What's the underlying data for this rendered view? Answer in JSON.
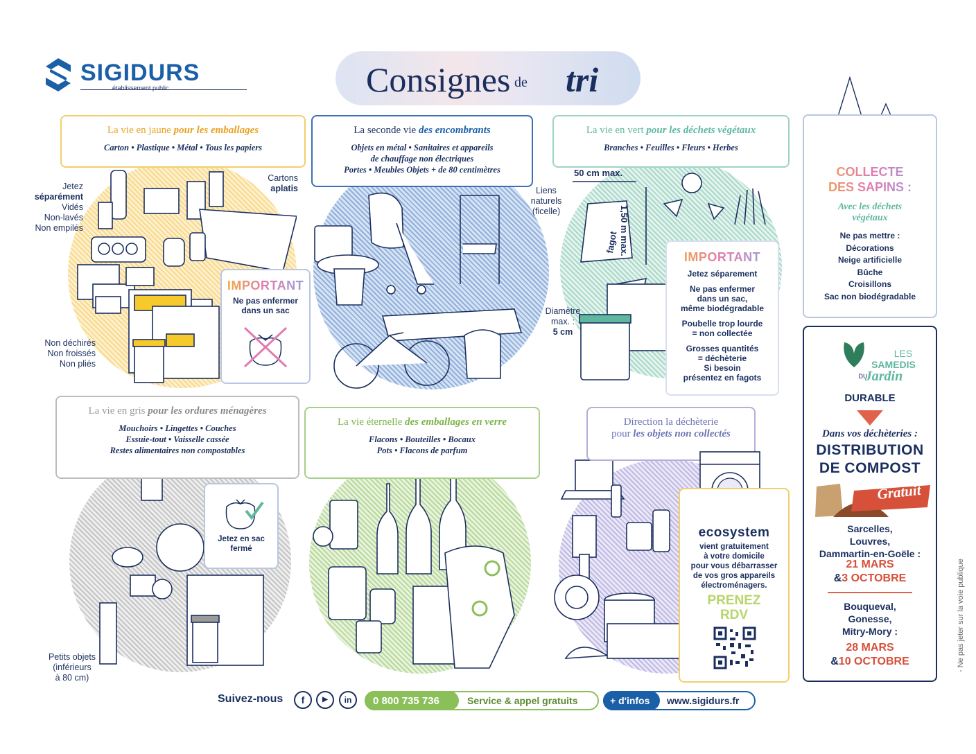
{
  "logo": {
    "name": "SIGIDURS",
    "subtitle": "établissement public"
  },
  "title": {
    "part1": "Consignes",
    "part2": "de",
    "part3": "tri"
  },
  "jaune": {
    "heading_plain": "La vie en jaune ",
    "heading_bold": "pour les emballages",
    "items": "Carton • Plastique • Métal • Tous les papiers",
    "side_left_1": "Jetez",
    "side_left_2": "séparément",
    "side_left_3": "Vidés",
    "side_left_4": "Non-lavés",
    "side_left_5": "Non empilés",
    "side_right_1": "Cartons",
    "side_right_2": "aplatis",
    "side_bottom_1": "Non déchirés",
    "side_bottom_2": "Non froissés",
    "side_bottom_3": "Non pliés",
    "important_title": "IMPORTANT",
    "important_text_1": "Ne pas enfermer",
    "important_text_2": "dans un sac"
  },
  "encombrants": {
    "heading_plain": "La seconde vie ",
    "heading_bold": "des encombrants",
    "line1": "Objets en métal • Sanitaires et appareils",
    "line2": "de chauffage non électriques",
    "line3": "Portes • Meubles Objets + de 80 centimètres"
  },
  "vegetaux": {
    "heading_plain": "La vie en vert ",
    "heading_bold": "pour les déchets végétaux",
    "items": "Branches • Feuilles • Fleurs • Herbes",
    "width_label": "50 cm max.",
    "height_label": "1,50 m max.",
    "fagot_label": "fagot",
    "liens_1": "Liens",
    "liens_2": "naturels",
    "liens_3": "(ficelle)",
    "diam_1": "Diamètre",
    "diam_2": "max. :",
    "diam_3": "5 cm",
    "important_title": "IMPORTANT",
    "important_lines": [
      "Jetez séparement",
      "Ne pas enfermer",
      "dans un sac,",
      "même biodégradable",
      "Poubelle trop lourde",
      "= non collectée",
      "Grosses quantités",
      "= déchèterie",
      "Si besoin",
      "présentez en fagots"
    ]
  },
  "sapins": {
    "title_1": "COLLECTE",
    "title_2": "DES SAPINS :",
    "subtitle_1": "Avec les déchets",
    "subtitle_2": "végétaux",
    "list": [
      "Ne pas mettre :",
      "Décorations",
      "Neige artificielle",
      "Bûche",
      "Croisillons",
      "Sac non biodégradable"
    ]
  },
  "gris": {
    "heading_plain": "La vie en gris ",
    "heading_bold": "pour les ordures ménagères",
    "line1": "Mouchoirs • Lingettes • Couches",
    "line2": "Essuie-tout • Vaisselle cassée",
    "line3": "Restes alimentaires non compostables",
    "bag_1": "Jetez en sac",
    "bag_2": "fermé",
    "side_1": "Petits objets",
    "side_2": "(inférieurs",
    "side_3": "à 80 cm)"
  },
  "verre": {
    "heading_plain": "La vie éternelle ",
    "heading_bold": "des emballages en verre",
    "line1": "Flacons • Bouteilles • Bocaux",
    "line2": "Pots • Flacons de parfum"
  },
  "decheterie": {
    "heading_line1": "Direction la déchèterie",
    "heading_plain": "pour ",
    "heading_bold": "les objets non collectés",
    "eco_name": "ecosystem",
    "eco_lines": [
      "vient gratuitement",
      "à votre domicile",
      "pour vous débarrasser",
      "de vos gros appareils",
      "électroménagers."
    ],
    "rdv_1": "PRENEZ",
    "rdv_2": "RDV"
  },
  "compost": {
    "les": "LES",
    "samedis": "SAMEDIS",
    "du": "DU",
    "jardin": "Jardin",
    "durable": "DURABLE",
    "dans": "Dans vos déchèteries :",
    "distribution": "DISTRIBUTION",
    "de_compost": "DE COMPOST",
    "gratuit": "Gratuit",
    "towns_1": [
      "Sarcelles,",
      "Louvres,",
      "Dammartin-en-Goële :"
    ],
    "date_1a": "21 MARS",
    "date_1b_amp": "&",
    "date_1b": "3 OCTOBRE",
    "towns_2": [
      "Bouqueval,",
      "Gonesse,",
      "Mitry-Mory :"
    ],
    "date_2a": "28 MARS",
    "date_2b_amp": "&",
    "date_2b": "10 OCTOBRE"
  },
  "footer": {
    "follow": "Suivez-nous",
    "phone": "0 800 735 736",
    "service": "Service & appel gratuits",
    "infos": "+ d'infos",
    "website": "www.sigidurs.fr"
  },
  "vertical_note": "- Ne pas jeter sur la voie publique",
  "colors": {
    "navy": "#1b2f5e",
    "yellow": "#f2b02e",
    "blue": "#3d6eb3",
    "teal": "#5fb7a0",
    "grey": "#9a9a9a",
    "green": "#8bbf5a",
    "purple": "#9a8fd0",
    "red": "#d6503a"
  }
}
